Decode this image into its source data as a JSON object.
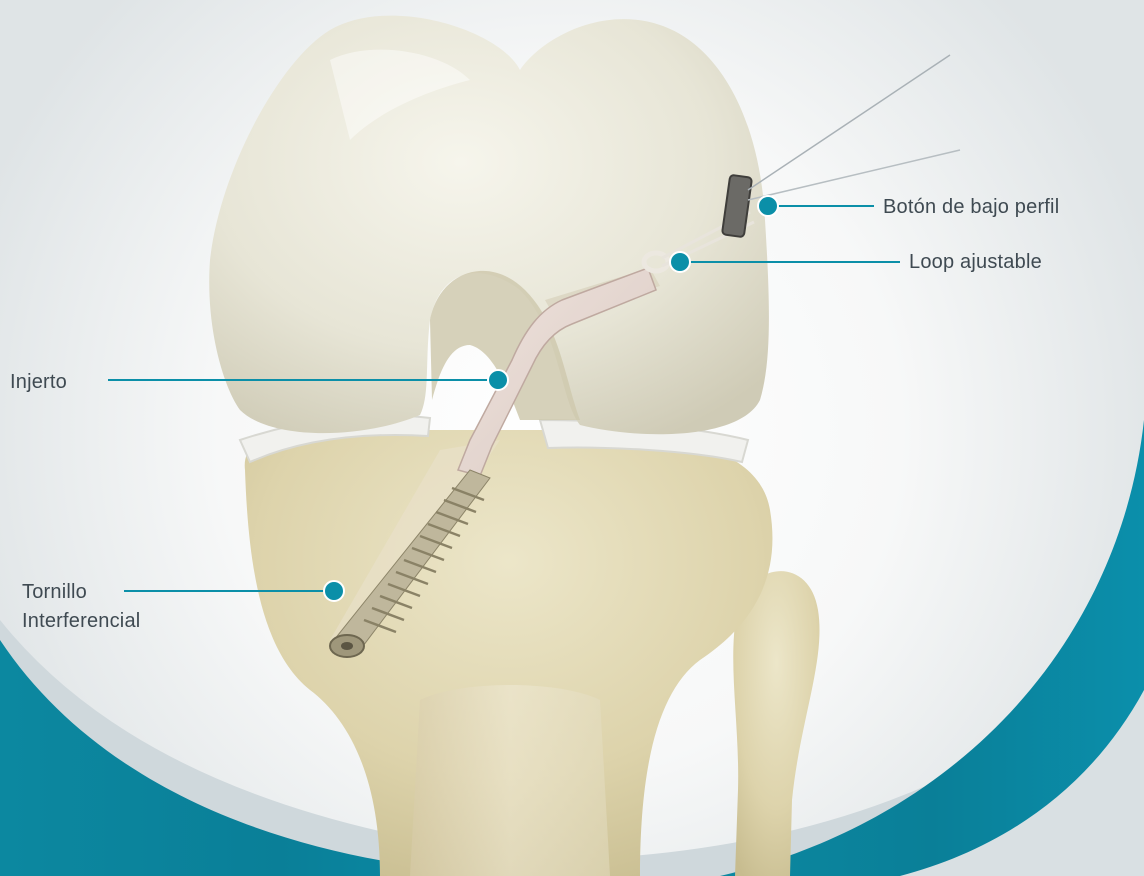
{
  "diagram": {
    "callouts": [
      {
        "id": "boton",
        "text": "Botón de bajo perfil"
      },
      {
        "id": "loop",
        "text": "Loop ajustable"
      },
      {
        "id": "injerto",
        "text": "Injerto"
      },
      {
        "id": "tornillo",
        "lines": [
          "Tornillo",
          "Interferencial"
        ]
      }
    ],
    "colors": {
      "accent": "#0b8fa8",
      "band_dark": "#0a7d96",
      "bone": "#e6e3d0",
      "tibia": "#dfd6b0",
      "label_text": "#3f4a52"
    }
  }
}
